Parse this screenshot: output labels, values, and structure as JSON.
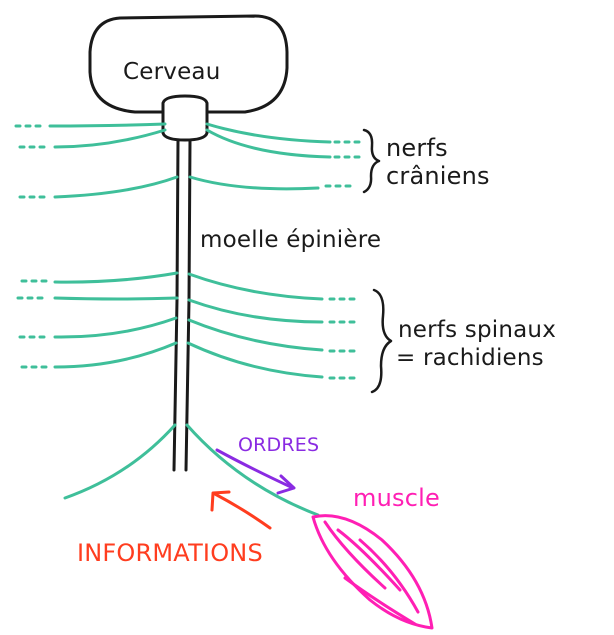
{
  "labels": {
    "brain": "Cerveau",
    "cranial_line1": "nerfs",
    "cranial_line2": "crâniens",
    "spinal_cord": "moelle épinière",
    "spinal_line1": "nerfs spinaux",
    "spinal_line2": "= rachidiens",
    "orders": "ORDRES",
    "muscle": "muscle",
    "information": "INFORMATIONS"
  },
  "colors": {
    "outline": "#1a1a1a",
    "nerve": "#3fbf9a",
    "orders": "#8a2be2",
    "muscle": "#ff1fb4",
    "information": "#ff3d1f"
  }
}
